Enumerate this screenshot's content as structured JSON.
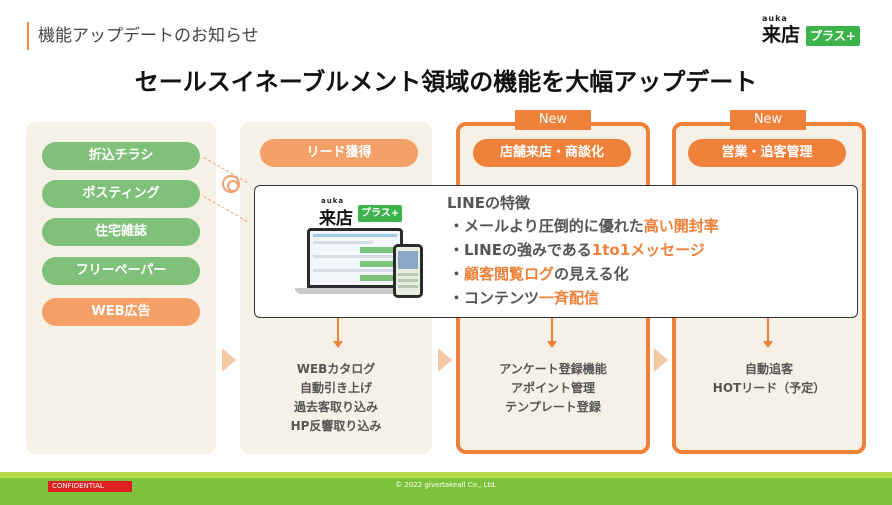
{
  "header": {
    "title": "機能アップデートのお知らせ"
  },
  "logo": {
    "auka": "auka",
    "main": "来店",
    "plus": "プラス+"
  },
  "main_title": "セールスイネーブルメント領域の機能を大幅アップデート",
  "columns": {
    "col1": {
      "pills": [
        "折込チラシ",
        "ポスティング",
        "住宅雑誌",
        "フリーペーパー",
        "WEB広告"
      ]
    },
    "col2": {
      "pill": "リード獲得",
      "features": [
        "WEBカタログ",
        "自動引き上げ",
        "過去客取り込み",
        "HP反響取り込み"
      ]
    },
    "col3": {
      "tag": "New",
      "pill": "店舗来店・商談化",
      "features": [
        "アンケート登録機能",
        "アポイント管理",
        "テンプレート登録"
      ]
    },
    "col4": {
      "tag": "New",
      "pill": "営業・追客管理",
      "features": [
        "自動追客",
        "HOTリード（予定）"
      ]
    }
  },
  "overlay": {
    "heading": "LINEの特徴",
    "items": [
      {
        "pre": "・メールより圧倒的に優れた",
        "hl": "高い開封率",
        "post": ""
      },
      {
        "pre": "・LINEの強みである",
        "hl": "1to1メッセージ",
        "post": ""
      },
      {
        "pre": "・",
        "hl": "顧客閲覧ログ",
        "post": "の見える化"
      },
      {
        "pre": "・コンテンツ",
        "hl": "一斉配信",
        "post": ""
      }
    ]
  },
  "footer": {
    "confidential": "CONFIDENTIAL",
    "copyright": "© 2022 givertakeall Co., Ltd."
  },
  "colors": {
    "accent": "#f0813a",
    "green": "#7fc07a",
    "footer_green": "#7cc23a",
    "column_bg": "#f6f1e6"
  }
}
